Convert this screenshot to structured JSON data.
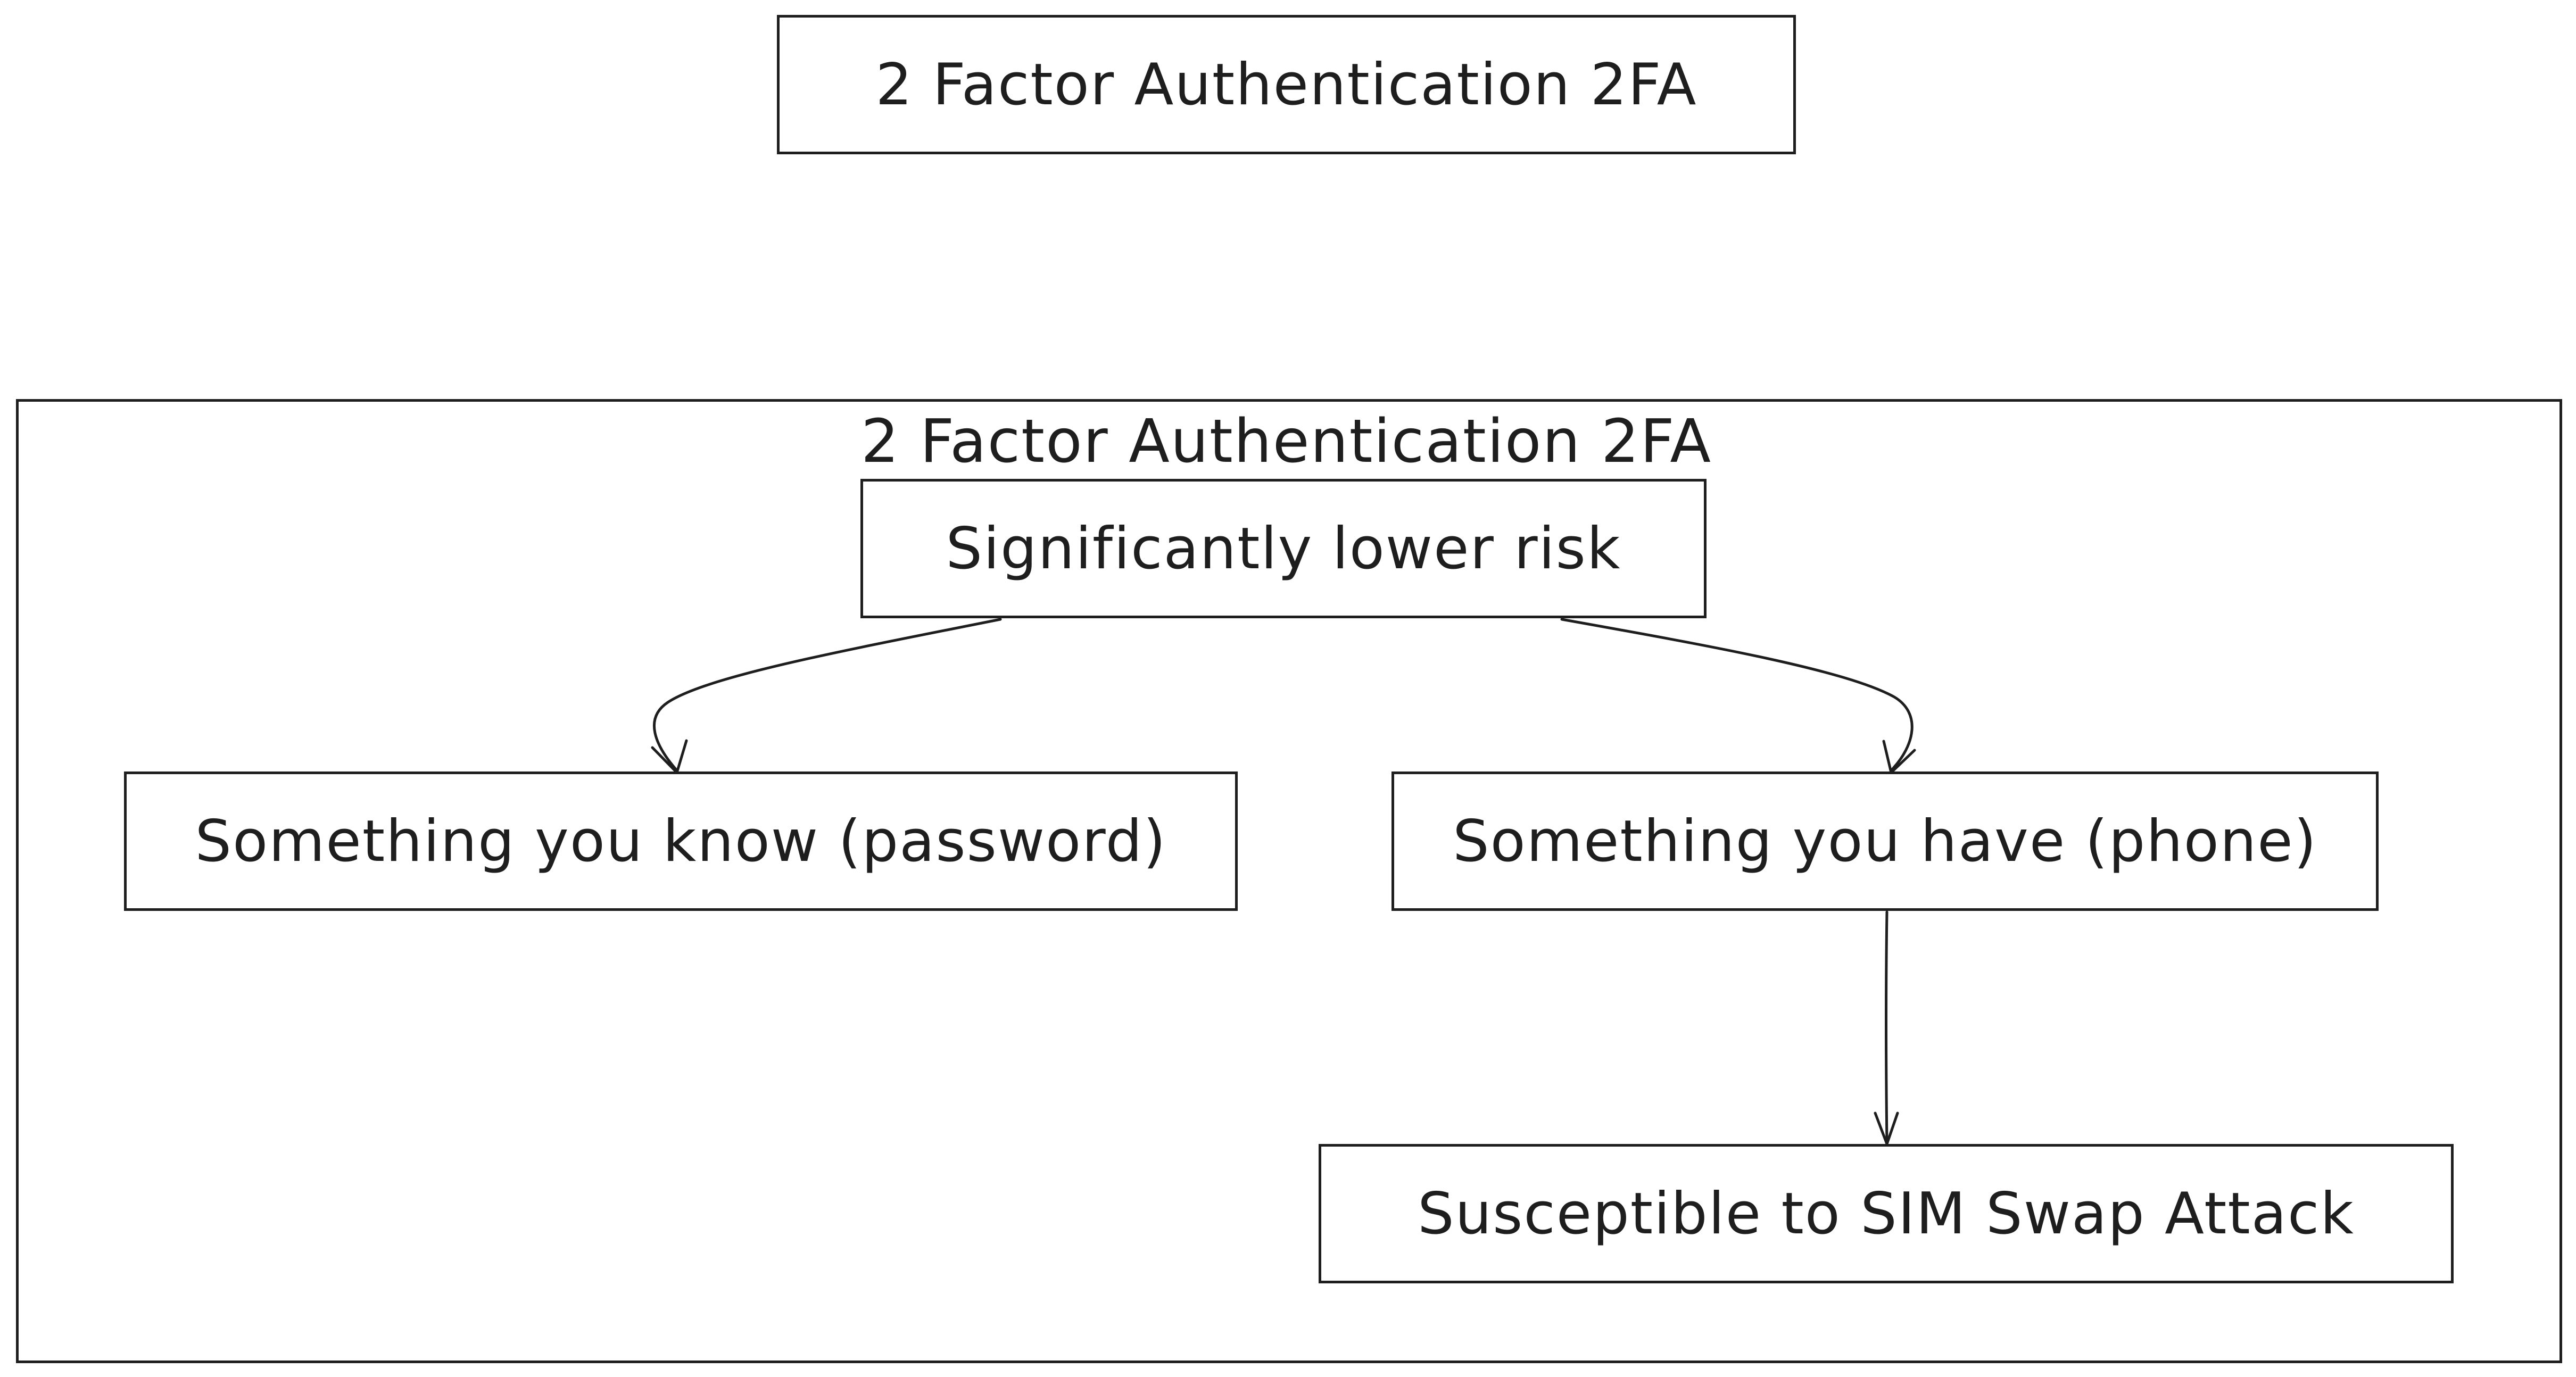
{
  "diagram": {
    "title_box": {
      "label": "2 Factor Authentication 2FA"
    },
    "frame": {
      "title": "2 Factor Authentication 2FA"
    },
    "nodes": {
      "lower_risk": {
        "label": "Significantly lower risk"
      },
      "know": {
        "label": "Something you know (password)"
      },
      "have": {
        "label": "Something you have (phone)"
      },
      "sim_swap": {
        "label": "Susceptible to SIM Swap Attack"
      }
    },
    "edges": [
      {
        "from": "Significantly lower risk",
        "to": "Something you know (password)"
      },
      {
        "from": "Significantly lower risk",
        "to": "Something you have (phone)"
      },
      {
        "from": "Something you have (phone)",
        "to": "Susceptible to SIM Swap Attack"
      }
    ],
    "colors": {
      "stroke": "#1e1e1e",
      "background": "#ffffff"
    }
  }
}
